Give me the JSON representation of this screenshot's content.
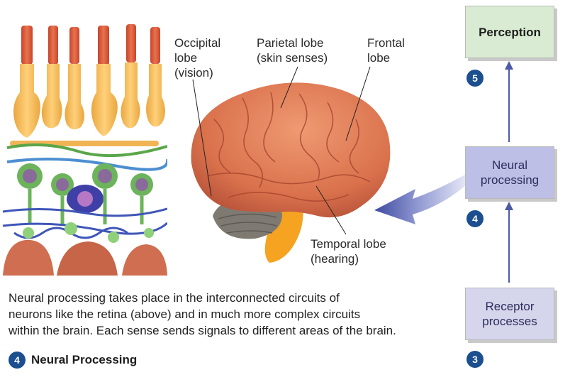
{
  "labels": {
    "occipital": [
      "Occipital",
      "lobe",
      "(vision)"
    ],
    "parietal": [
      "Parietal lobe",
      "(skin senses)"
    ],
    "frontal": [
      "Frontal",
      "lobe"
    ],
    "temporal": [
      "Temporal lobe",
      "(hearing)"
    ]
  },
  "caption": [
    "Neural processing takes place in the interconnected circuits of",
    "neurons like the retina (above) and in much more complex circuits",
    "within the brain. Each sense sends signals to different areas of the brain."
  ],
  "section": {
    "number": "4",
    "title": "Neural Processing"
  },
  "flow": {
    "perception": "Perception",
    "neural": [
      "Neural",
      "processing"
    ],
    "receptor": [
      "Receptor",
      "processes"
    ],
    "badges": [
      "5",
      "4",
      "3"
    ]
  },
  "colors": {
    "accent_blue": "#1c4f8f",
    "perception_fill": "#d9ecd3",
    "neural_fill": "#bdbfe6",
    "receptor_fill": "#d5d5ec",
    "brain": "#d9714c",
    "arrow": "#4d5aa6"
  }
}
